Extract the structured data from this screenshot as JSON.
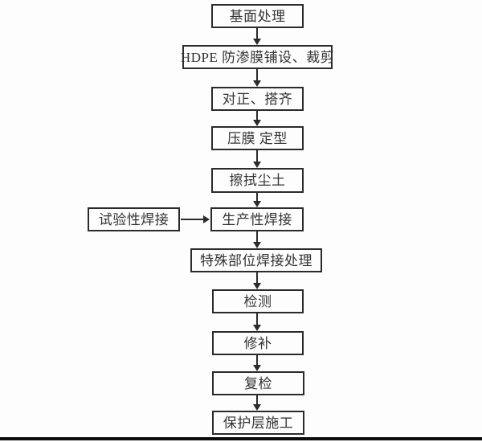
{
  "flow": {
    "nodes": [
      {
        "label": "基面处理"
      },
      {
        "label": "HDPE 防渗膜铺设、裁剪"
      },
      {
        "label": "对正、搭齐"
      },
      {
        "label": "压膜 定型"
      },
      {
        "label": "擦拭尘土"
      },
      {
        "label": "生产性焊接"
      },
      {
        "label": "特殊部位焊接处理"
      },
      {
        "label": "检测"
      },
      {
        "label": "修补"
      },
      {
        "label": "复检"
      },
      {
        "label": "保护层施工"
      }
    ],
    "side": {
      "label": "试验性焊接"
    }
  },
  "colors": {
    "border": "#2b2b2b",
    "text": "#333333",
    "background": "#fdfdfd",
    "bottom_rule": "#0d0d0d"
  }
}
